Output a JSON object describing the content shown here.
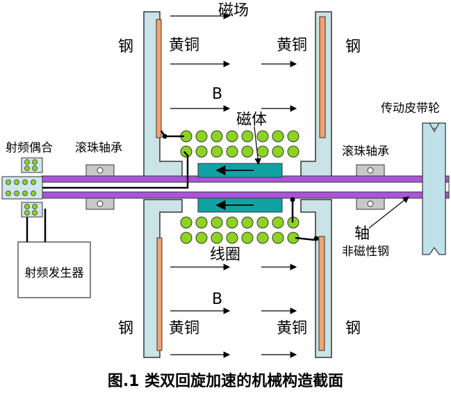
{
  "labels": {
    "magnetic_field": "磁场",
    "steel": "钢",
    "brass": "黄铜",
    "b_field": "B",
    "magnet": "磁体",
    "coil": "线圈",
    "rf_coupling": "射频偶合",
    "ball_bearing": "滚珠轴承",
    "pulley": "传动皮带轮",
    "shaft": "轴",
    "non_magnetic_steel": "非磁性钢",
    "rf_generator": "射频发生器"
  },
  "caption": "图.1 类双回旋加速的机械构造截面",
  "colors": {
    "steel": "#c9e3e6",
    "brass": "#f2a270",
    "shaft": "#a855d9",
    "magnet": "#11a3a3",
    "coil": "#8ed321",
    "bearing": "#c8c8c8",
    "pulley": "#bfe1e8",
    "outline": "#333333"
  }
}
